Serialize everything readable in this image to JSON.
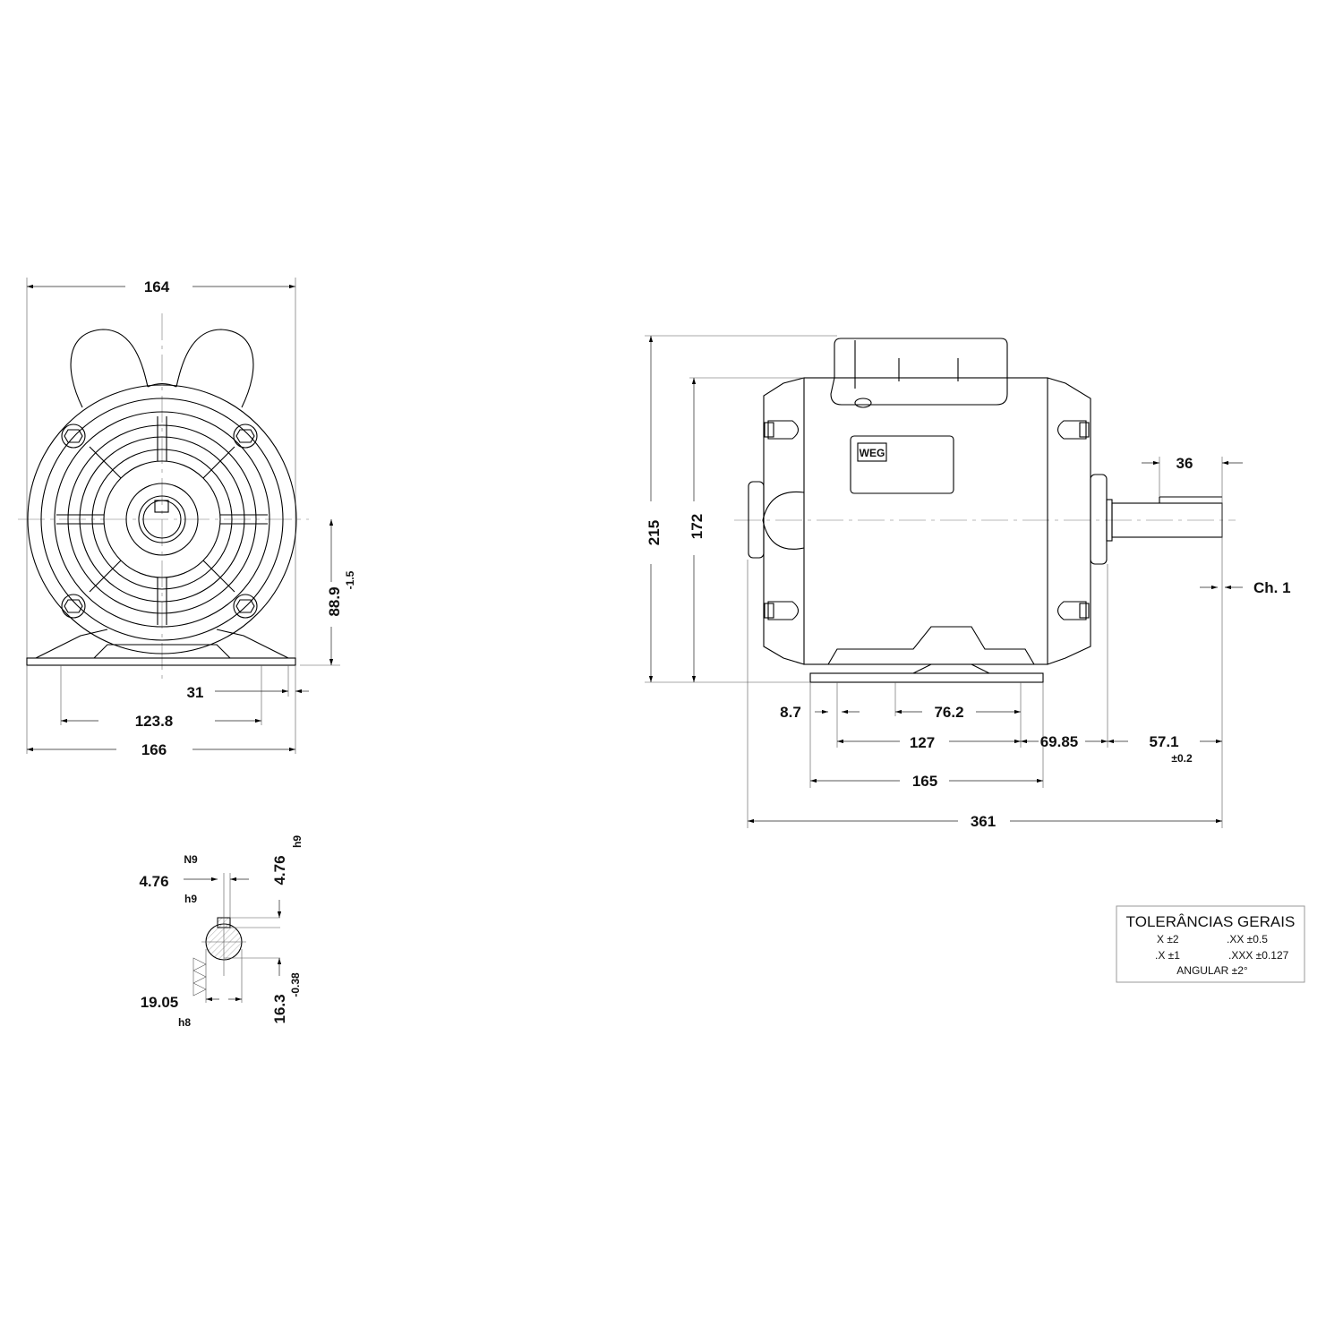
{
  "front_view": {
    "width_top": "164",
    "width_base": "166",
    "foot_holes": "123.8",
    "foot_edge": "31",
    "shaft_height": "88.9",
    "shaft_height_tol": "-1.5"
  },
  "side_view": {
    "total_height": "215",
    "frame_height": "172",
    "key_length": "36",
    "chamfer": "Ch. 1",
    "hole_dia": "8.7",
    "foot_slot": "76.2",
    "foot_holes": "127",
    "shaft_shoulder": "69.85",
    "shaft_length": "57.1",
    "shaft_length_tol": "±0.2",
    "foot_length": "165",
    "total_length": "361",
    "logo": "WEG"
  },
  "key_section": {
    "key_width": "4.76",
    "key_width_tol_upper": "N9",
    "key_width_tol_lower": "h9",
    "key_height": "4.76",
    "key_height_tol": "h9",
    "shaft_dia": "19.05",
    "shaft_dia_tol": "h8",
    "key_depth": "16.3",
    "key_depth_tol": "-0.38"
  },
  "tolerances": {
    "title": "TOLERÂNCIAS GERAIS",
    "x": "X ±2",
    "dx": ".X ±1",
    "xx": ".XX ±0.5",
    "xxx": ".XXX ±0.127",
    "angular": "ANGULAR ±2°"
  }
}
